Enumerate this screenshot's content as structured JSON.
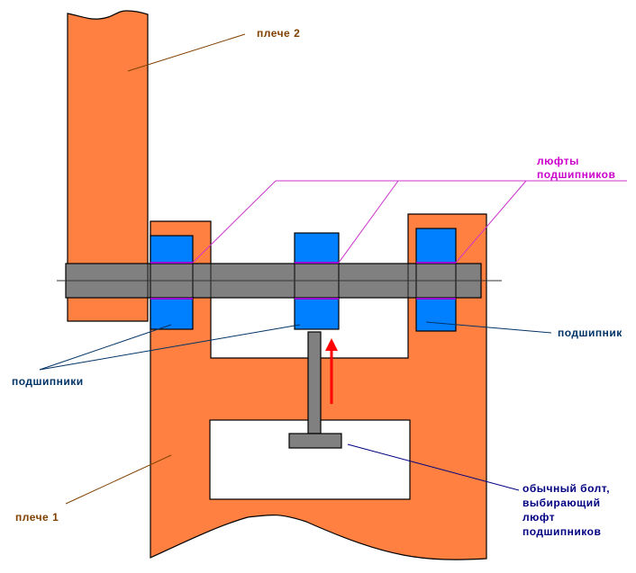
{
  "labels": {
    "arm2": "плече 2",
    "arm1": "плече 1",
    "bearing_play_line1": "люфты",
    "bearing_play_line2": "подшипников",
    "bearings": "подшипники",
    "bearing": "подшипник",
    "bolt_line1": "обычный болт,",
    "bolt_line2": "выбирающий",
    "bolt_line3": "люфт",
    "bolt_line4": "подшипников"
  },
  "colors": {
    "arm_fill": "#FF8040",
    "bearing_fill": "#0080FF",
    "shaft_fill": "#808080",
    "outline": "#000000",
    "play_leader": "#CC33CC",
    "arm_text": "#804000",
    "bearing_text": "#003366",
    "play_text": "#CC00CC",
    "bolt_text": "#000080",
    "arrow": "#FF0000",
    "gap_line": "#9900CC"
  }
}
